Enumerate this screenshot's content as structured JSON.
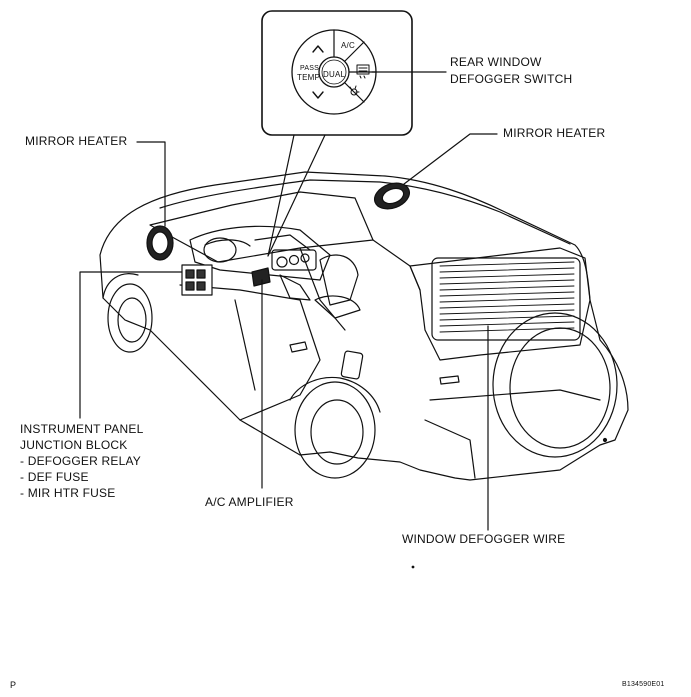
{
  "labels": {
    "rear_switch_line1": "REAR WINDOW",
    "rear_switch_line2": "DEFOGGER SWITCH",
    "mirror_heater_left": "MIRROR HEATER",
    "mirror_heater_right": "MIRROR HEATER",
    "ip_jb_line1": "INSTRUMENT PANEL",
    "ip_jb_line2": "JUNCTION BLOCK",
    "ip_jb_item1": "- DEFOGGER RELAY",
    "ip_jb_item2": "- DEF FUSE",
    "ip_jb_item3": "- MIR HTR FUSE",
    "ac_amplifier": "A/C AMPLIFIER",
    "window_defogger_wire": "WINDOW DEFOGGER WIRE"
  },
  "panel": {
    "ac": "A/C",
    "pass": "PASS",
    "temp": "TEMP",
    "dual": "DUAL"
  },
  "corner": {
    "left_code": "P",
    "right_code": "B134590E01"
  },
  "icons": [
    "up-arrow-icon",
    "down-arrow-icon",
    "rear-defogger-icon",
    "fan-icon"
  ]
}
